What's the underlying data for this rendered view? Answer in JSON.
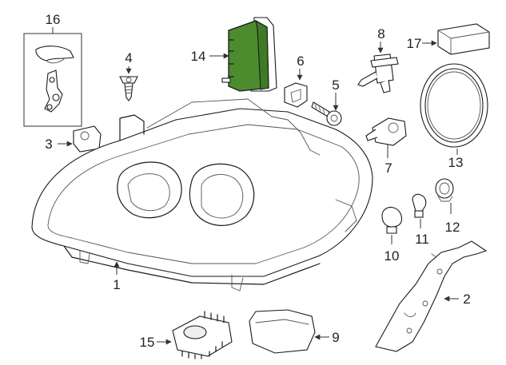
{
  "diagram": {
    "highlight_color": "#4c8c2f",
    "callouts": {
      "c1": "1",
      "c2": "2",
      "c3": "3",
      "c4": "4",
      "c5": "5",
      "c6": "6",
      "c7": "7",
      "c8": "8",
      "c9": "9",
      "c10": "10",
      "c11": "11",
      "c12": "12",
      "c13": "13",
      "c14": "14",
      "c15": "15",
      "c16": "16",
      "c17": "17"
    }
  }
}
